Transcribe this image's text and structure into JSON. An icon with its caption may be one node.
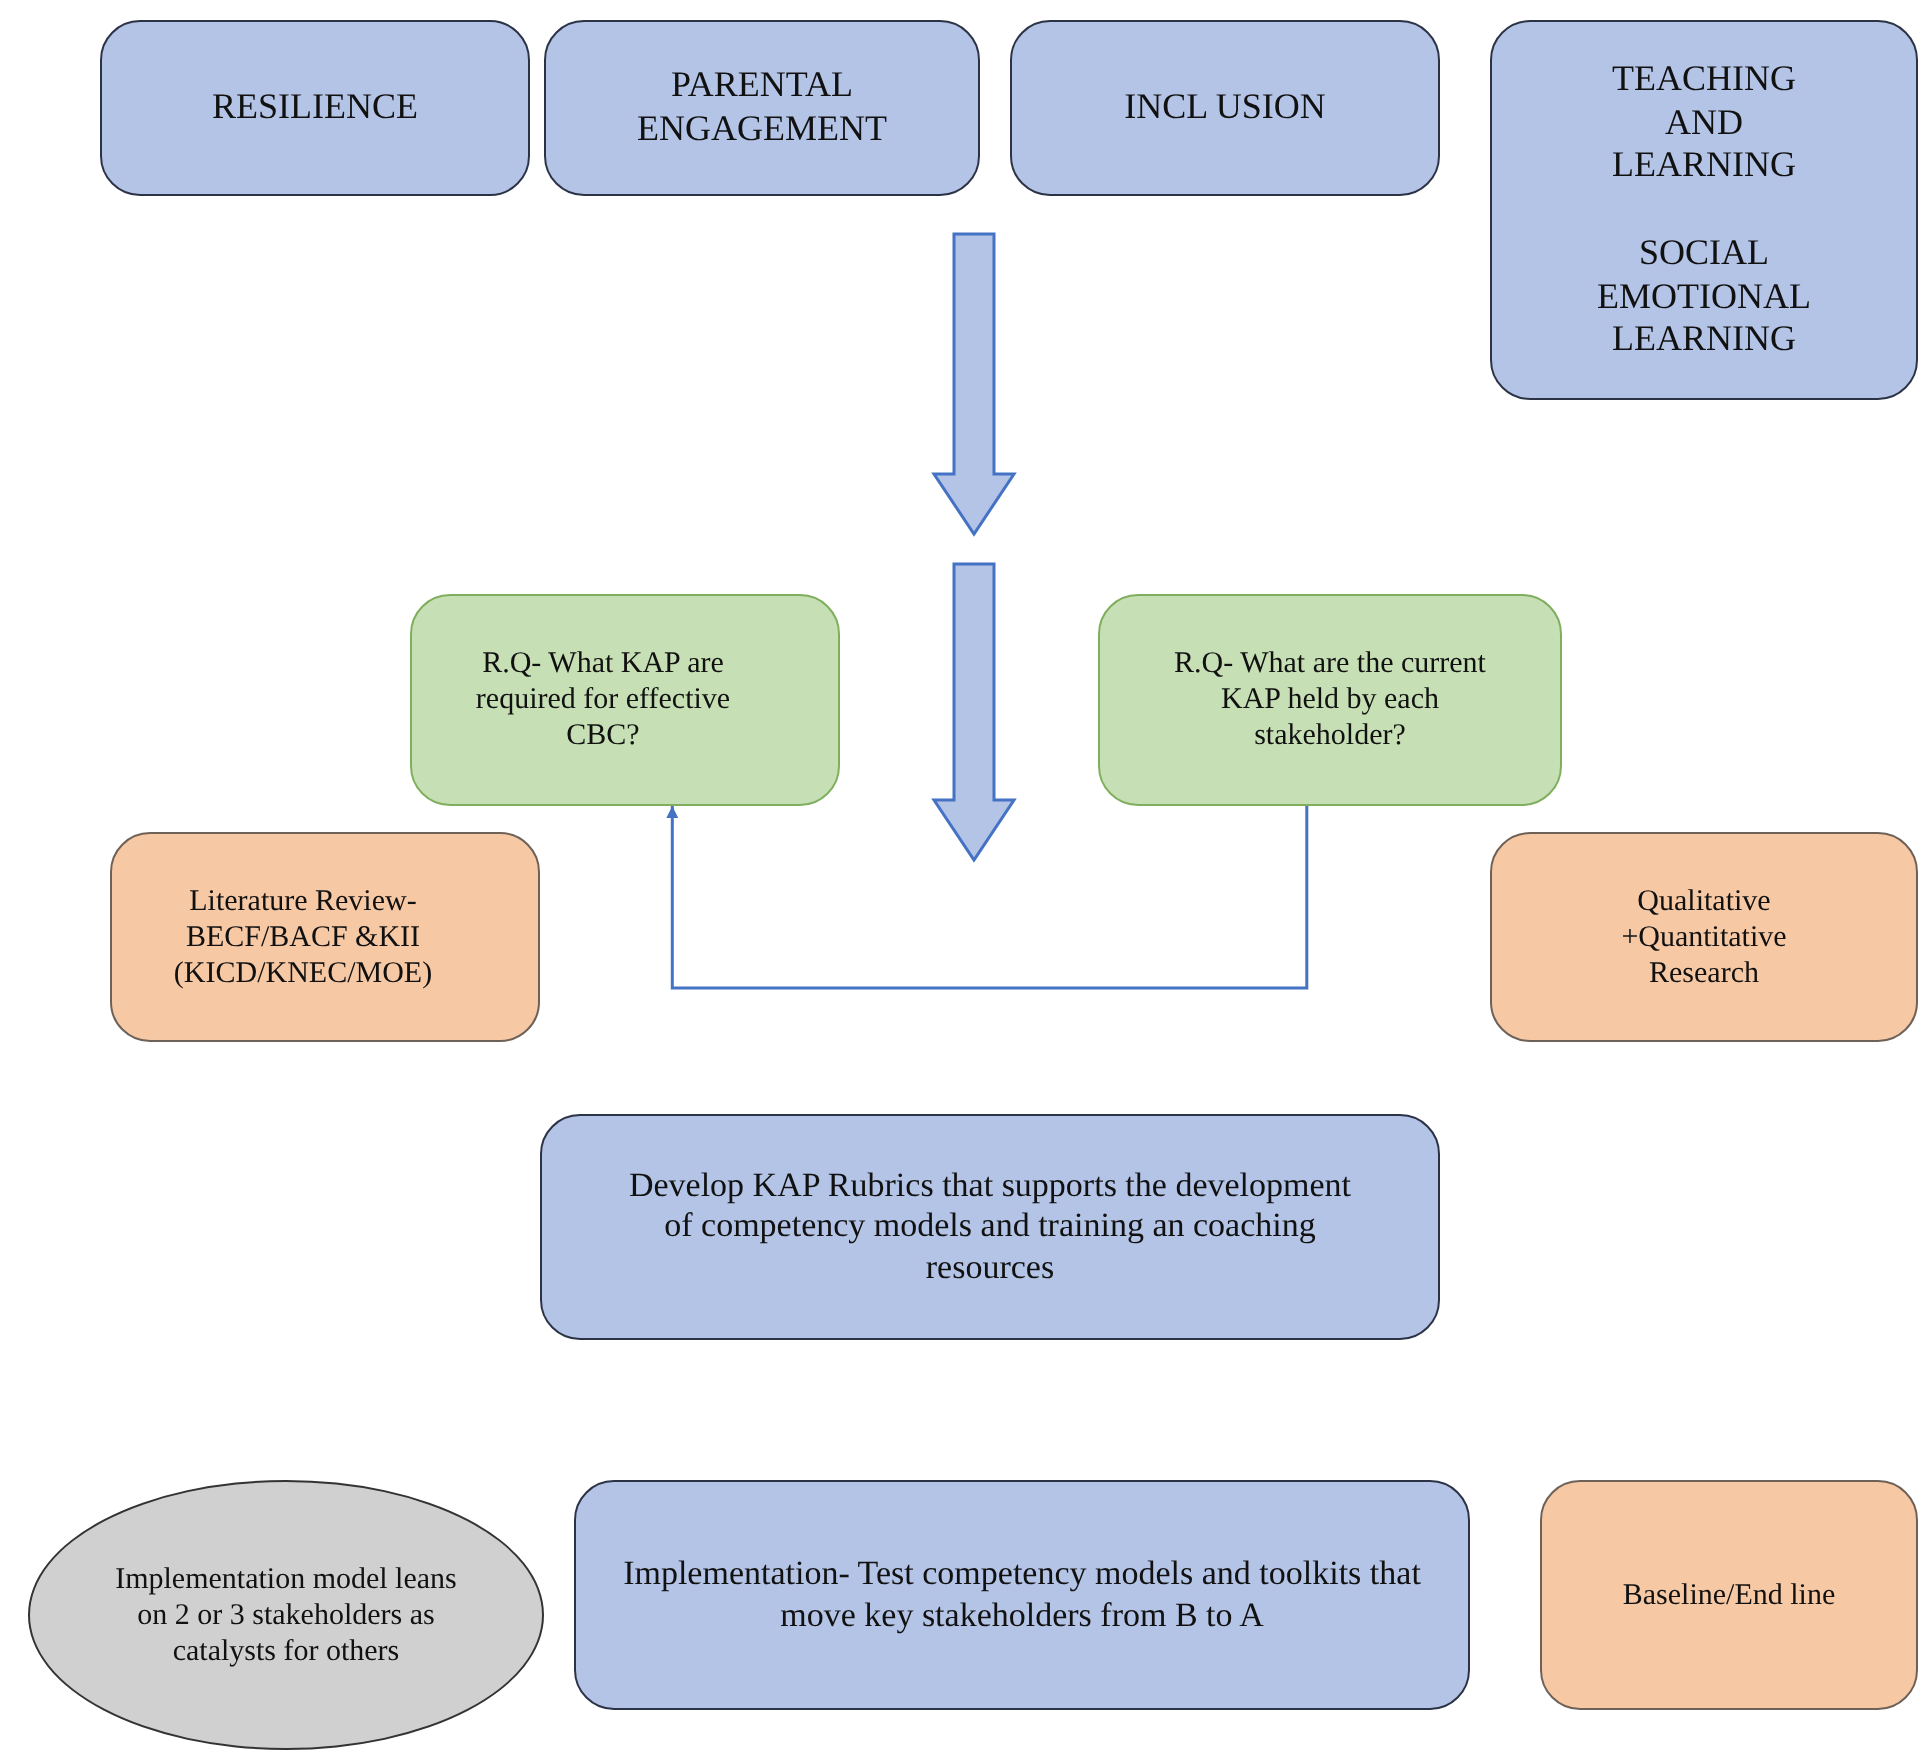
{
  "diagram": {
    "nodes": [
      {
        "text": [
          "RESILIENCE"
        ]
      },
      {
        "text": [
          "PARENTAL ENGAGEMENT"
        ]
      },
      {
        "text": [
          "INCL USION"
        ]
      },
      {
        "text": [
          "TEACHING AND LEARNING",
          "SOCIAL EMOTIONAL LEARNING"
        ]
      },
      {
        "text": [
          "R.Q- What KAP are required for effective CBC?"
        ]
      },
      {
        "text": [
          "R.Q- What are the current KAP held by each stakeholder?"
        ]
      },
      {
        "text": [
          "Literature Review- BECF/BACF &KII (KICD/KNEC/MOE)"
        ]
      },
      {
        "text": [
          "Qualitative +Quantitative Research"
        ]
      },
      {
        "text": [
          "Develop KAP Rubrics that supports the development of competency models and training an coaching resources"
        ]
      },
      {
        "text": [
          "Implementation model leans on 2 or 3 stakeholders as catalysts for others"
        ]
      },
      {
        "text": [
          "Implementation- Test competency models and toolkits that move key stakeholders from B to A"
        ]
      },
      {
        "text": [
          "Baseline/End line"
        ]
      }
    ],
    "edges": [
      {
        "from": 5,
        "to": 4,
        "arrow": "to"
      }
    ]
  }
}
